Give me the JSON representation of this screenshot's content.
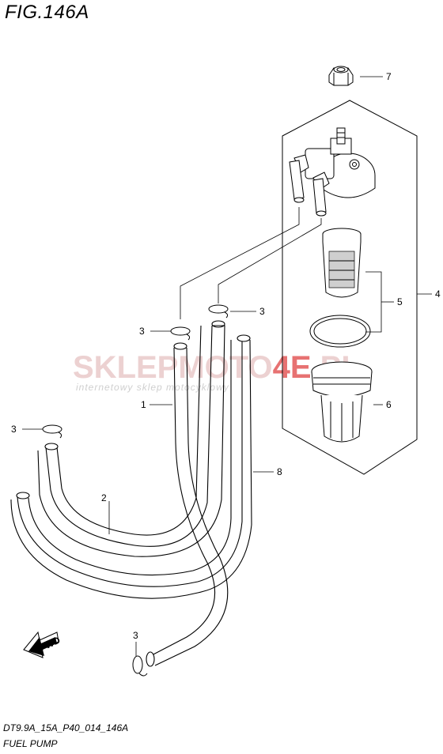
{
  "title": "FIG.146A",
  "footer": {
    "code": "DT9.9A_15A_P40_014_146A",
    "name": "FUEL PUMP"
  },
  "watermark": {
    "text_main": "SKLEPMOTO",
    "text_accent": "4E",
    "text_tail": ".PL",
    "subtitle": "internetowy sklep motocyklowy",
    "color_main": "#e9c9c9",
    "color_accent": "#e35a5a",
    "color_sub": "#c7c7c7"
  },
  "fwd": {
    "label": "FWD"
  },
  "labels": {
    "l1": "1",
    "l2": "2",
    "l3a": "3",
    "l3b": "3",
    "l3c": "3",
    "l3d": "3",
    "l4": "4",
    "l5": "5",
    "l6": "6",
    "l7": "7",
    "l8": "8"
  }
}
